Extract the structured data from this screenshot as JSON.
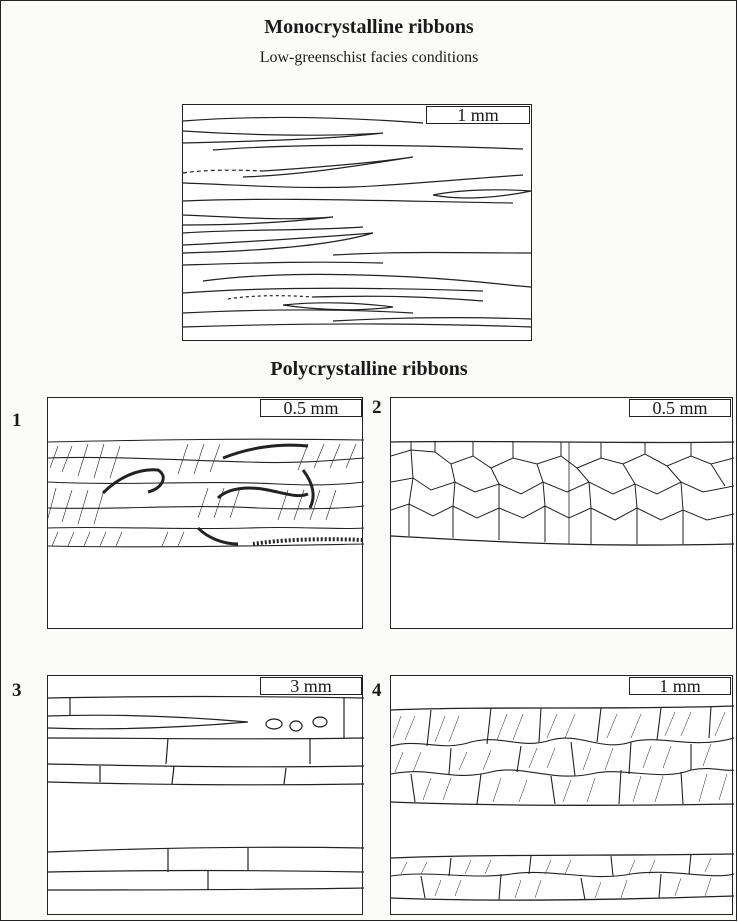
{
  "figure": {
    "mono_title": "Monocrystalline ribbons",
    "mono_subtitle": "Low-greenschist facies conditions",
    "poly_title": "Polycrystalline ribbons"
  },
  "panels": {
    "mono": {
      "scale": "1 mm"
    },
    "p1": {
      "number": "1",
      "scale": "0.5 mm"
    },
    "p2": {
      "number": "2",
      "scale": "0.5 mm"
    },
    "p3": {
      "number": "3",
      "scale": "3 mm"
    },
    "p4": {
      "number": "4",
      "scale": "1 mm"
    }
  }
}
